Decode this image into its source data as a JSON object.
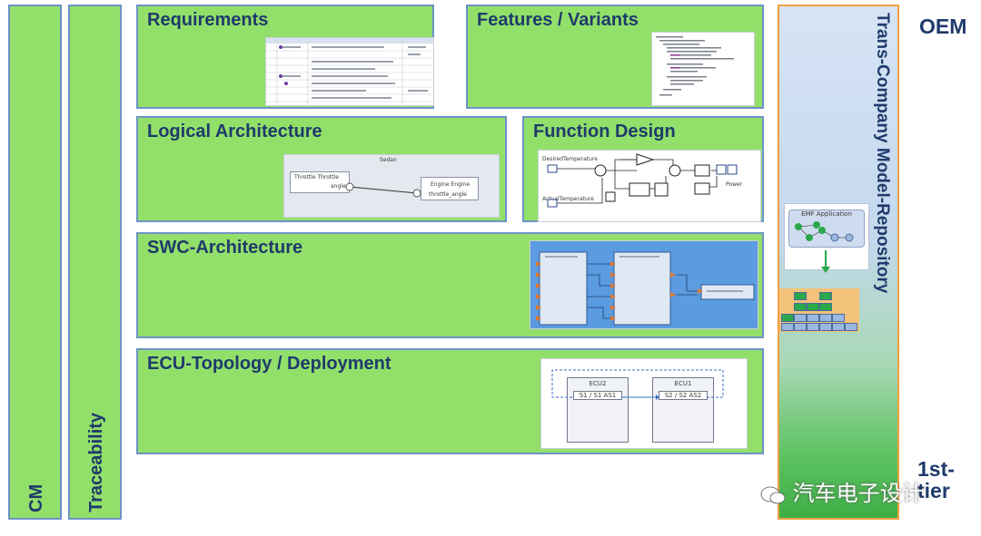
{
  "side_columns": {
    "cm": "CM",
    "traceability": "Traceability"
  },
  "boxes": {
    "requirements": "Requirements",
    "features": "Features / Variants",
    "logical": "Logical Architecture",
    "function": "Function Design",
    "swc": "SWC-Architecture",
    "ecu": "ECU-Topology / Deployment"
  },
  "repository": {
    "label": "Trans-Company Model-Repository",
    "emf_label": "EMF Application"
  },
  "levels": {
    "oem": "OEM",
    "tier": "1st-tier"
  },
  "logical_shot": {
    "title": "Sedan",
    "left_block": "Throttle Throttle",
    "right_block": "Engine Engine",
    "port_left": "angle",
    "port_right": "throttle_angle"
  },
  "function_shot": {
    "in1": "DesiredTemperature",
    "in2": "ActualTemperature",
    "out": "Power"
  },
  "ecu_shot": {
    "ecu2": "ECU2",
    "ecu1": "ECU1",
    "port2": "S1 / S1 AS1",
    "port1": "S2 / S2 AS2"
  },
  "watermark": "汽车电子设计",
  "colors": {
    "box_fill": "#92e06a",
    "box_border": "#6d93c6",
    "title": "#1f3a6b",
    "repo_border": "#f0a040"
  }
}
